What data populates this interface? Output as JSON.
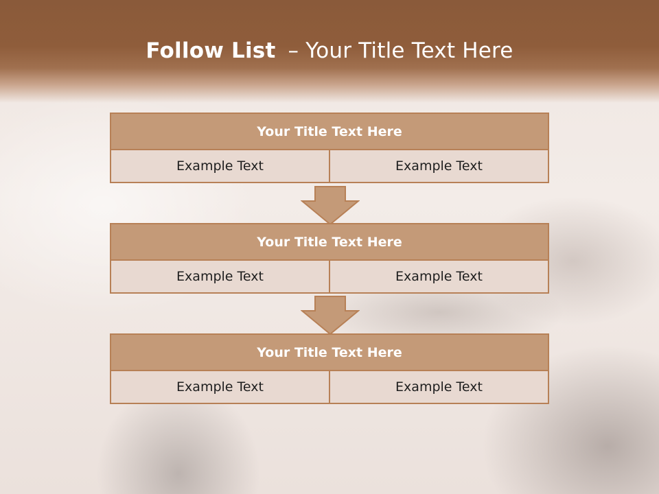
{
  "header": {
    "title_bold": "Follow List",
    "title_dash": "–",
    "title_rest": "Your Title Text Here"
  },
  "blocks": [
    {
      "title": "Your Title Text Here",
      "left": "Example Text",
      "right": "Example Text"
    },
    {
      "title": "Your Title Text Here",
      "left": "Example Text",
      "right": "Example Text"
    },
    {
      "title": "Your Title Text Here",
      "left": "Example Text",
      "right": "Example Text"
    }
  ],
  "colors": {
    "header": "#8f5d3b",
    "title_fill": "#c49a78",
    "cell_fill": "#e8d9d1",
    "border": "#b78056"
  }
}
